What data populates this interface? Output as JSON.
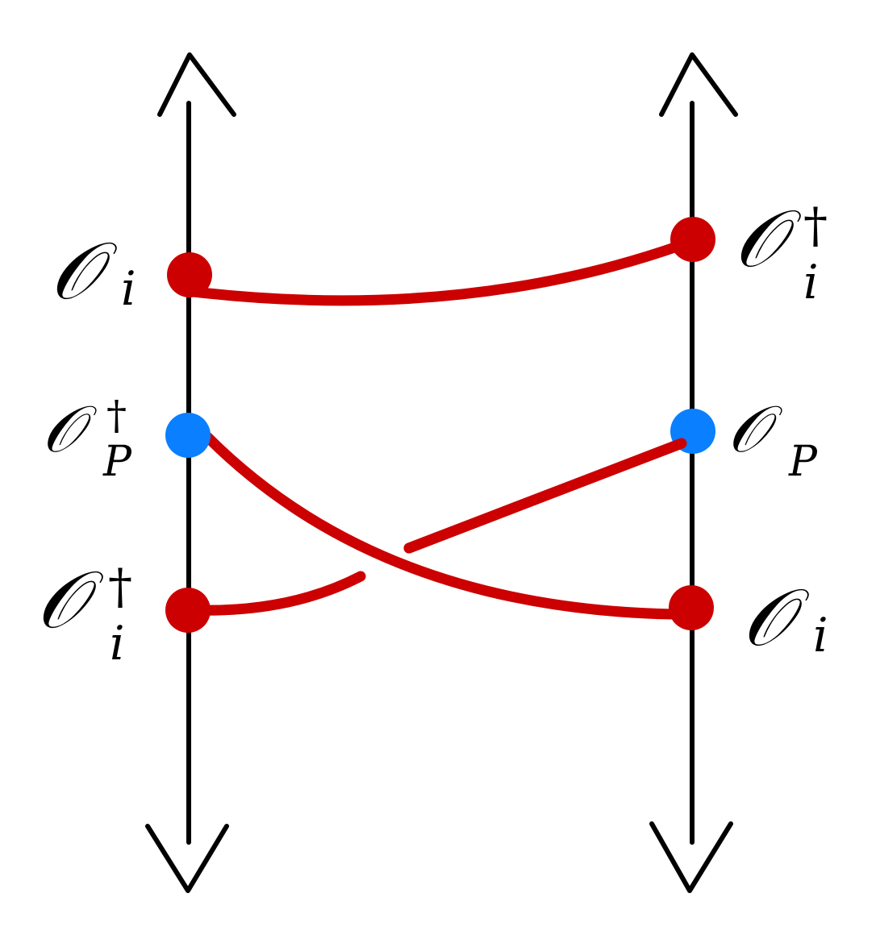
{
  "diagram": {
    "colors": {
      "line": "#000000",
      "red": "#cc0000",
      "blue": "#0a7fff"
    },
    "labels": {
      "left_top": {
        "main": "𝒪",
        "sub": "i",
        "dagger": ""
      },
      "left_mid": {
        "main": "𝒪",
        "sub": "P",
        "dagger": "†"
      },
      "left_bot": {
        "main": "𝒪",
        "sub": "i",
        "dagger": "†"
      },
      "right_top": {
        "main": "𝒪",
        "sub": "i",
        "dagger": "†"
      },
      "right_mid": {
        "main": "𝒪",
        "sub": "P",
        "dagger": ""
      },
      "right_bot": {
        "main": "𝒪",
        "sub": "i",
        "dagger": ""
      }
    }
  }
}
